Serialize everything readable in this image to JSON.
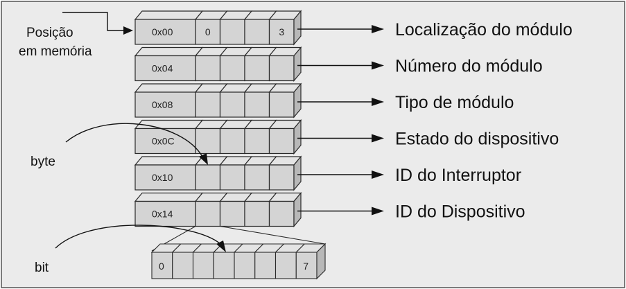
{
  "diagram": {
    "position_label": [
      "Posição",
      "em memória"
    ],
    "byte_label": "byte",
    "bit_label": "bit",
    "rows": [
      {
        "address": "0x00",
        "cells": [
          "0",
          "",
          "",
          "3"
        ],
        "label": "Localização do módulo"
      },
      {
        "address": "0x04",
        "cells": [
          "",
          "",
          "",
          ""
        ],
        "label": "Número do módulo"
      },
      {
        "address": "0x08",
        "cells": [
          "",
          "",
          "",
          ""
        ],
        "label": "Tipo de módulo"
      },
      {
        "address": "0x0C",
        "cells": [
          "",
          "",
          "",
          ""
        ],
        "label": "Estado do dispositivo"
      },
      {
        "address": "0x10",
        "cells": [
          "",
          "",
          "",
          ""
        ],
        "label": "ID do Interruptor"
      },
      {
        "address": "0x14",
        "cells": [
          "",
          "",
          "",
          ""
        ],
        "label": "ID do Dispositivo"
      }
    ],
    "bits": [
      "0",
      "",
      "",
      "",
      "",
      "",
      "",
      "7"
    ]
  },
  "colors": {
    "background": "#ebebeb",
    "cell_fill": "#d4d4d4",
    "cell_top": "#e4e4e4",
    "cell_side": "#b8b8b8",
    "border": "#2a2a2a"
  }
}
